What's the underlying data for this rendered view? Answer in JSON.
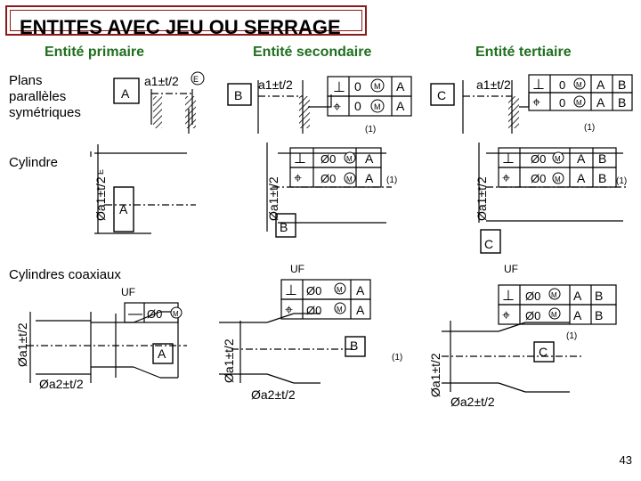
{
  "title": "ENTITES AVEC JEU OU SERRAGE",
  "columns": {
    "primary": "Entité primaire",
    "secondary": "Entité secondaire",
    "tertiary": "Entité tertiaire"
  },
  "rows": {
    "planes": [
      "Plans",
      "parallèles",
      "symétriques"
    ],
    "cylinder": "Cylindre",
    "coaxial": "Cylindres coaxiaux"
  },
  "dims": {
    "half_a1": "a1±t/2",
    "dia_a1": "Øa1±t/2",
    "dia_a2": "Øa2±t/2"
  },
  "symbols": {
    "envelope": "E",
    "max_material": "M",
    "perpendicular": "⊥",
    "position": "⌖",
    "straightness": "—"
  },
  "tolerances": {
    "zero": "0",
    "dia_zero": "Ø0"
  },
  "datums": {
    "a": "A",
    "b": "B",
    "c": "C"
  },
  "notes": {
    "uf": "UF",
    "footnote": "(1)"
  },
  "page_number": "43"
}
